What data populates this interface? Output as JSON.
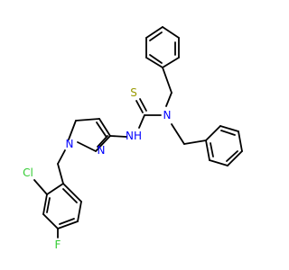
{
  "colors": {
    "bond": "#000000",
    "nitrogen": "#0000ff",
    "sulfur": "#999900",
    "chlorine": "#33cc33",
    "fluorine": "#33cc33",
    "carbon": "#000000"
  },
  "atoms": {
    "s": "S",
    "nh": "NH",
    "n_urea": "N",
    "n1_pyrazole": "N",
    "n2_pyrazole": "N",
    "cl": "Cl",
    "f": "F"
  }
}
